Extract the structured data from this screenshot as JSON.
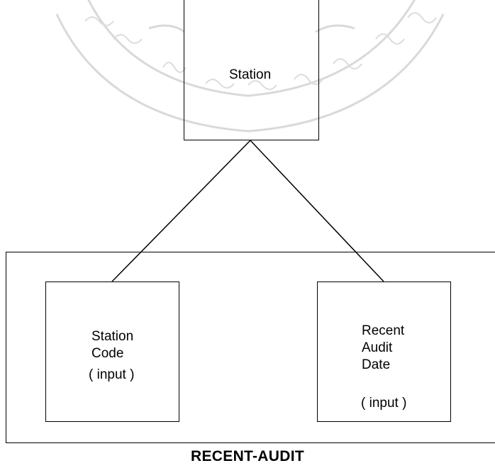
{
  "diagram": {
    "root": {
      "label": "Station"
    },
    "children": [
      {
        "line1": "Station",
        "line2": "Code",
        "line3": "( input )"
      },
      {
        "line1": "Recent",
        "line2": "Audit",
        "line3": "Date",
        "line4": "( input )"
      }
    ],
    "group_caption": "RECENT-AUDIT"
  }
}
